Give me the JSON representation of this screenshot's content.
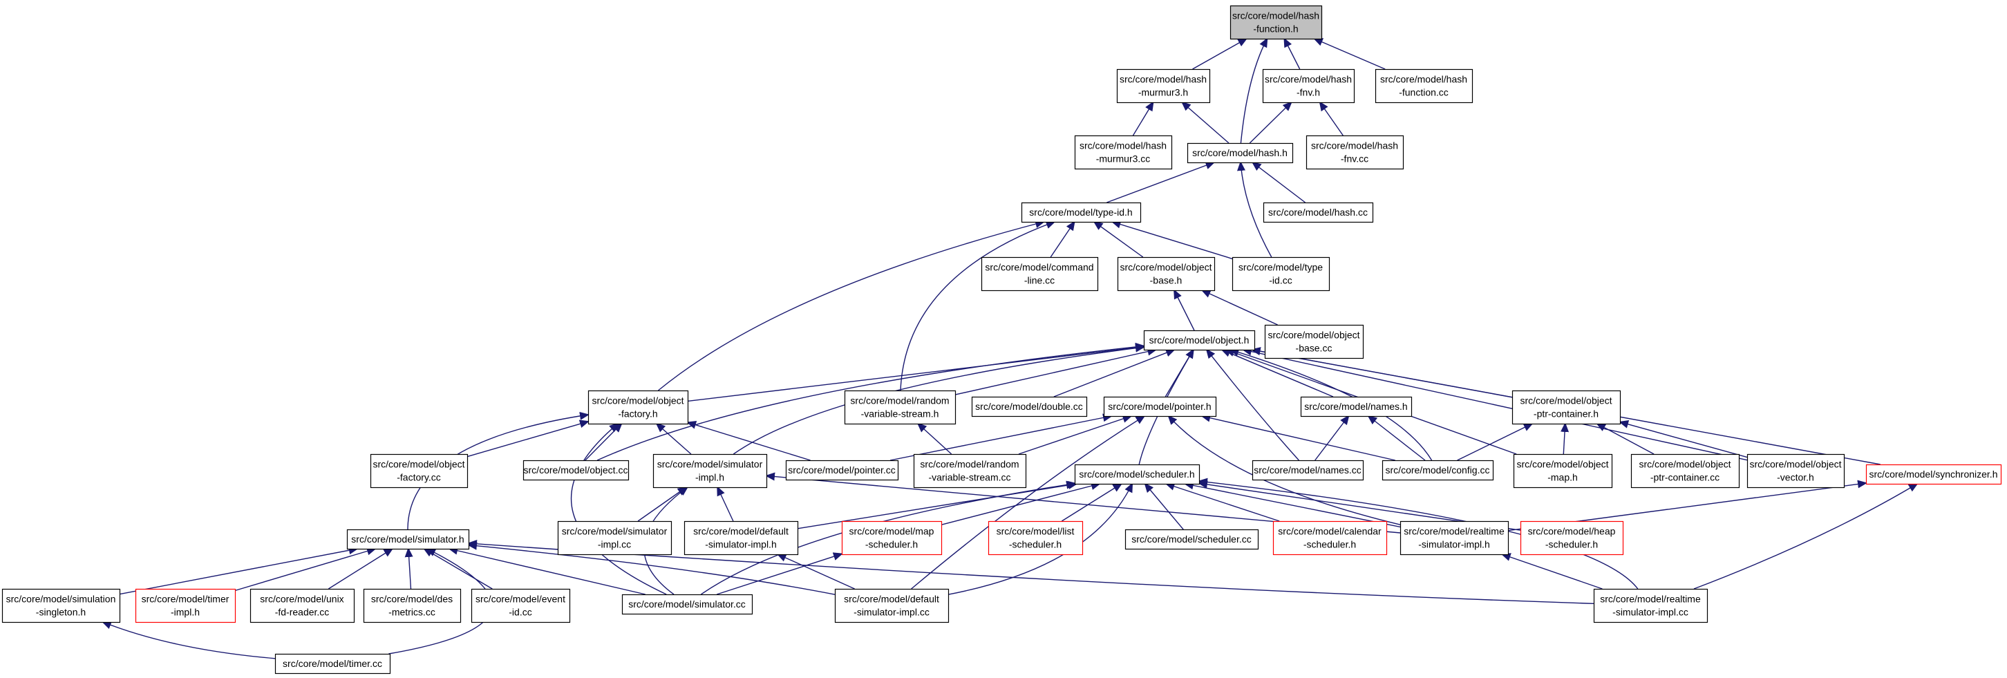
{
  "colors": {
    "edge": "#191970",
    "node_border_normal": "#000000",
    "node_border_missing": "#ff0000",
    "node_fill_root": "#bfbfbf",
    "node_fill": "#ffffff",
    "text": "#000000"
  },
  "nodes": [
    {
      "id": "hash_function_h",
      "lines": [
        "src/core/model/hash",
        "-function.h"
      ],
      "style": "root"
    },
    {
      "id": "hash_murmur3_h",
      "lines": [
        "src/core/model/hash",
        "-murmur3.h"
      ],
      "style": "normal"
    },
    {
      "id": "hash_fnv_h",
      "lines": [
        "src/core/model/hash",
        "-fnv.h"
      ],
      "style": "normal"
    },
    {
      "id": "hash_function_cc",
      "lines": [
        "src/core/model/hash",
        "-function.cc"
      ],
      "style": "normal"
    },
    {
      "id": "hash_murmur3_cc",
      "lines": [
        "src/core/model/hash",
        "-murmur3.cc"
      ],
      "style": "normal"
    },
    {
      "id": "hash_h",
      "lines": [
        "src/core/model/hash.h"
      ],
      "style": "normal"
    },
    {
      "id": "hash_fnv_cc",
      "lines": [
        "src/core/model/hash",
        "-fnv.cc"
      ],
      "style": "normal"
    },
    {
      "id": "type_id_h",
      "lines": [
        "src/core/model/type-id.h"
      ],
      "style": "normal"
    },
    {
      "id": "hash_cc",
      "lines": [
        "src/core/model/hash.cc"
      ],
      "style": "normal"
    },
    {
      "id": "command_line_cc",
      "lines": [
        "src/core/model/command",
        "-line.cc"
      ],
      "style": "normal"
    },
    {
      "id": "object_base_h",
      "lines": [
        "src/core/model/object",
        "-base.h"
      ],
      "style": "normal"
    },
    {
      "id": "type_id_cc",
      "lines": [
        "src/core/model/type",
        "-id.cc"
      ],
      "style": "normal"
    },
    {
      "id": "object_h",
      "lines": [
        "src/core/model/object.h"
      ],
      "style": "normal"
    },
    {
      "id": "object_base_cc",
      "lines": [
        "src/core/model/object",
        "-base.cc"
      ],
      "style": "normal"
    },
    {
      "id": "object_factory_h",
      "lines": [
        "src/core/model/object",
        "-factory.h"
      ],
      "style": "normal"
    },
    {
      "id": "random_variable_stream_h",
      "lines": [
        "src/core/model/random",
        "-variable-stream.h"
      ],
      "style": "normal"
    },
    {
      "id": "double_cc",
      "lines": [
        "src/core/model/double.cc"
      ],
      "style": "normal"
    },
    {
      "id": "pointer_h",
      "lines": [
        "src/core/model/pointer.h"
      ],
      "style": "normal"
    },
    {
      "id": "names_h",
      "lines": [
        "src/core/model/names.h"
      ],
      "style": "normal"
    },
    {
      "id": "object_ptr_container_h",
      "lines": [
        "src/core/model/object",
        "-ptr-container.h"
      ],
      "style": "normal"
    },
    {
      "id": "synchronizer_h",
      "lines": [
        "src/core/model/synchronizer.h"
      ],
      "style": "missing"
    },
    {
      "id": "object_factory_cc",
      "lines": [
        "src/core/model/object",
        "-factory.cc"
      ],
      "style": "normal"
    },
    {
      "id": "object_cc",
      "lines": [
        "src/core/model/object.cc"
      ],
      "style": "normal"
    },
    {
      "id": "simulator_impl_h",
      "lines": [
        "src/core/model/simulator",
        "-impl.h"
      ],
      "style": "normal"
    },
    {
      "id": "pointer_cc",
      "lines": [
        "src/core/model/pointer.cc"
      ],
      "style": "normal"
    },
    {
      "id": "random_variable_stream_cc",
      "lines": [
        "src/core/model/random",
        "-variable-stream.cc"
      ],
      "style": "normal"
    },
    {
      "id": "scheduler_h",
      "lines": [
        "src/core/model/scheduler.h"
      ],
      "style": "normal"
    },
    {
      "id": "names_cc",
      "lines": [
        "src/core/model/names.cc"
      ],
      "style": "normal"
    },
    {
      "id": "config_cc",
      "lines": [
        "src/core/model/config.cc"
      ],
      "style": "normal"
    },
    {
      "id": "object_map_h",
      "lines": [
        "src/core/model/object",
        "-map.h"
      ],
      "style": "normal"
    },
    {
      "id": "object_ptr_container_cc",
      "lines": [
        "src/core/model/object",
        "-ptr-container.cc"
      ],
      "style": "normal"
    },
    {
      "id": "object_vector_h",
      "lines": [
        "src/core/model/object",
        "-vector.h"
      ],
      "style": "normal"
    },
    {
      "id": "simulator_h",
      "lines": [
        "src/core/model/simulator.h"
      ],
      "style": "normal"
    },
    {
      "id": "simulator_impl_cc",
      "lines": [
        "src/core/model/simulator",
        "-impl.cc"
      ],
      "style": "normal"
    },
    {
      "id": "default_simulator_impl_h",
      "lines": [
        "src/core/model/default",
        "-simulator-impl.h"
      ],
      "style": "normal"
    },
    {
      "id": "map_scheduler_h",
      "lines": [
        "src/core/model/map",
        "-scheduler.h"
      ],
      "style": "missing"
    },
    {
      "id": "list_scheduler_h",
      "lines": [
        "src/core/model/list",
        "-scheduler.h"
      ],
      "style": "missing"
    },
    {
      "id": "scheduler_cc",
      "lines": [
        "src/core/model/scheduler.cc"
      ],
      "style": "normal"
    },
    {
      "id": "calendar_scheduler_h",
      "lines": [
        "src/core/model/calendar",
        "-scheduler.h"
      ],
      "style": "missing"
    },
    {
      "id": "realtime_simulator_impl_h",
      "lines": [
        "src/core/model/realtime",
        "-simulator-impl.h"
      ],
      "style": "normal"
    },
    {
      "id": "heap_scheduler_h",
      "lines": [
        "src/core/model/heap",
        "-scheduler.h"
      ],
      "style": "missing"
    },
    {
      "id": "simulation_singleton_h",
      "lines": [
        "src/core/model/simulation",
        "-singleton.h"
      ],
      "style": "normal"
    },
    {
      "id": "timer_impl_h",
      "lines": [
        "src/core/model/timer",
        "-impl.h"
      ],
      "style": "missing"
    },
    {
      "id": "unix_fd_reader_cc",
      "lines": [
        "src/core/model/unix",
        "-fd-reader.cc"
      ],
      "style": "normal"
    },
    {
      "id": "des_metrics_cc",
      "lines": [
        "src/core/model/des",
        "-metrics.cc"
      ],
      "style": "normal"
    },
    {
      "id": "event_id_cc",
      "lines": [
        "src/core/model/event",
        "-id.cc"
      ],
      "style": "normal"
    },
    {
      "id": "simulator_cc",
      "lines": [
        "src/core/model/simulator.cc"
      ],
      "style": "normal"
    },
    {
      "id": "default_simulator_impl_cc",
      "lines": [
        "src/core/model/default",
        "-simulator-impl.cc"
      ],
      "style": "normal"
    },
    {
      "id": "realtime_simulator_impl_cc",
      "lines": [
        "src/core/model/realtime",
        "-simulator-impl.cc"
      ],
      "style": "normal"
    },
    {
      "id": "timer_cc",
      "lines": [
        "src/core/model/timer.cc"
      ],
      "style": "normal"
    }
  ],
  "edges": [
    [
      "hash_murmur3_h",
      "hash_function_h"
    ],
    [
      "hash_fnv_h",
      "hash_function_h"
    ],
    [
      "hash_function_cc",
      "hash_function_h"
    ],
    [
      "hash_h",
      "hash_function_h"
    ],
    [
      "hash_murmur3_cc",
      "hash_murmur3_h"
    ],
    [
      "hash_h",
      "hash_murmur3_h"
    ],
    [
      "hash_h",
      "hash_fnv_h"
    ],
    [
      "hash_fnv_cc",
      "hash_fnv_h"
    ],
    [
      "type_id_h",
      "hash_h"
    ],
    [
      "hash_cc",
      "hash_h"
    ],
    [
      "type_id_cc",
      "hash_h"
    ],
    [
      "command_line_cc",
      "type_id_h"
    ],
    [
      "object_base_h",
      "type_id_h"
    ],
    [
      "type_id_cc",
      "type_id_h"
    ],
    [
      "object_factory_h",
      "type_id_h"
    ],
    [
      "random_variable_stream_h",
      "type_id_h"
    ],
    [
      "object_h",
      "object_base_h"
    ],
    [
      "object_base_cc",
      "object_base_h"
    ],
    [
      "object_factory_h",
      "object_h"
    ],
    [
      "random_variable_stream_h",
      "object_h"
    ],
    [
      "double_cc",
      "object_h"
    ],
    [
      "pointer_h",
      "object_h"
    ],
    [
      "names_h",
      "object_h"
    ],
    [
      "object_ptr_container_h",
      "object_h"
    ],
    [
      "synchronizer_h",
      "object_h"
    ],
    [
      "object_cc",
      "object_h"
    ],
    [
      "simulator_impl_h",
      "object_h"
    ],
    [
      "scheduler_h",
      "object_h"
    ],
    [
      "names_cc",
      "object_h"
    ],
    [
      "config_cc",
      "object_h"
    ],
    [
      "object_map_h",
      "object_h"
    ],
    [
      "object_vector_h",
      "object_h"
    ],
    [
      "object_factory_cc",
      "object_factory_h"
    ],
    [
      "object_cc",
      "object_factory_h"
    ],
    [
      "simulator_impl_h",
      "object_factory_h"
    ],
    [
      "pointer_cc",
      "object_factory_h"
    ],
    [
      "simulator_h",
      "object_factory_h"
    ],
    [
      "simulator_cc",
      "object_factory_h"
    ],
    [
      "random_variable_stream_cc",
      "random_variable_stream_h"
    ],
    [
      "pointer_cc",
      "pointer_h"
    ],
    [
      "random_variable_stream_cc",
      "pointer_h"
    ],
    [
      "config_cc",
      "pointer_h"
    ],
    [
      "default_simulator_impl_cc",
      "pointer_h"
    ],
    [
      "realtime_simulator_impl_h",
      "pointer_h"
    ],
    [
      "names_cc",
      "names_h"
    ],
    [
      "config_cc",
      "names_h"
    ],
    [
      "config_cc",
      "object_ptr_container_h"
    ],
    [
      "object_map_h",
      "object_ptr_container_h"
    ],
    [
      "object_ptr_container_cc",
      "object_ptr_container_h"
    ],
    [
      "object_vector_h",
      "object_ptr_container_h"
    ],
    [
      "realtime_simulator_impl_h",
      "synchronizer_h"
    ],
    [
      "realtime_simulator_impl_cc",
      "synchronizer_h"
    ],
    [
      "simulator_impl_cc",
      "simulator_impl_h"
    ],
    [
      "default_simulator_impl_h",
      "simulator_impl_h"
    ],
    [
      "simulator_cc",
      "simulator_impl_h"
    ],
    [
      "realtime_simulator_impl_h",
      "simulator_impl_h"
    ],
    [
      "default_simulator_impl_h",
      "scheduler_h"
    ],
    [
      "map_scheduler_h",
      "scheduler_h"
    ],
    [
      "list_scheduler_h",
      "scheduler_h"
    ],
    [
      "scheduler_cc",
      "scheduler_h"
    ],
    [
      "calendar_scheduler_h",
      "scheduler_h"
    ],
    [
      "heap_scheduler_h",
      "scheduler_h"
    ],
    [
      "simulator_cc",
      "scheduler_h"
    ],
    [
      "default_simulator_impl_cc",
      "scheduler_h"
    ],
    [
      "realtime_simulator_impl_h",
      "scheduler_h"
    ],
    [
      "realtime_simulator_impl_cc",
      "scheduler_h"
    ],
    [
      "simulator_cc",
      "map_scheduler_h"
    ],
    [
      "default_simulator_impl_cc",
      "default_simulator_impl_h"
    ],
    [
      "realtime_simulator_impl_cc",
      "realtime_simulator_impl_h"
    ],
    [
      "simulation_singleton_h",
      "simulator_h"
    ],
    [
      "timer_impl_h",
      "simulator_h"
    ],
    [
      "unix_fd_reader_cc",
      "simulator_h"
    ],
    [
      "des_metrics_cc",
      "simulator_h"
    ],
    [
      "event_id_cc",
      "simulator_h"
    ],
    [
      "simulator_cc",
      "simulator_h"
    ],
    [
      "default_simulator_impl_cc",
      "simulator_h"
    ],
    [
      "realtime_simulator_impl_cc",
      "simulator_h"
    ],
    [
      "timer_cc",
      "simulator_h"
    ],
    [
      "timer_cc",
      "simulation_singleton_h"
    ]
  ]
}
